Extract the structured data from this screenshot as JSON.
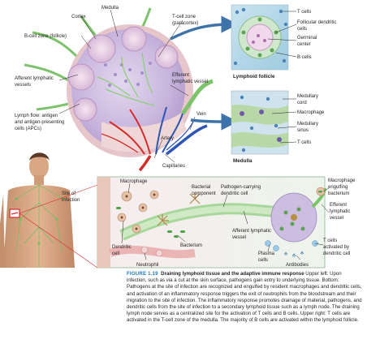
{
  "labels": {
    "medulla": "Medulla",
    "cortex": "Cortex",
    "t_cell_zone_1": "T-cell zone",
    "t_cell_zone_2": "(paracortex)",
    "b_cell_zone": "B-cell zone (follicle)",
    "afferent_lymphatic_1": "Afferent lymphatic",
    "afferent_lymphatic_2": "vessels",
    "efferent_lymphatic_1": "Efferent",
    "efferent_lymphatic_2": "lymphatic vessel",
    "lymph_flow_1": "Lymph flow: antigen",
    "lymph_flow_2": "and antigen-presenting",
    "lymph_flow_3": "cells (APCs)",
    "vein": "Vein",
    "artery": "Artery",
    "capillaries": "Capillaries",
    "lymphoid_follicle": "Lymphoid follicle",
    "medulla_inset": "Medulla",
    "t_cells_top": "T cells",
    "follicular_dendritic_1": "Follicular dendritic",
    "follicular_dendritic_2": "cells",
    "germinal_center_1": "Germinal",
    "germinal_center_2": "center",
    "b_cells": "B cells",
    "medullary_cord_1": "Medullary",
    "medullary_cord_2": "cord",
    "macrophage_right": "Macrophage",
    "medullary_sinus_1": "Medullary",
    "medullary_sinus_2": "sinus",
    "t_cells_bottom": "T cells",
    "site_of_infection_1": "Site of",
    "site_of_infection_2": "infection",
    "macrophage": "Macrophage",
    "dendritic_cell_1": "Dendritic",
    "dendritic_cell_2": "cell",
    "neutrophil": "Neutrophil",
    "bacterial_component_1": "Bacterial",
    "bacterial_component_2": "component",
    "pathogen_dc_1": "Pathogen-carrying",
    "pathogen_dc_2": "dendritic cell",
    "bacterium": "Bacterium",
    "afferent_vessel_1": "Afferent lymphatic",
    "afferent_vessel_2": "vessel",
    "plasma_cells_1": "Plasma",
    "plasma_cells_2": "cells",
    "macrophage_engulfing_1": "Macrophage",
    "macrophage_engulfing_2": "engulfing",
    "macrophage_engulfing_3": "bacterium",
    "efferent_vessel_1": "Efferent",
    "efferent_vessel_2": "lymphatic",
    "efferent_vessel_3": "vessel",
    "t_cells_activated_1": "T cells",
    "t_cells_activated_2": "activated by",
    "t_cells_activated_3": "dendritic cell",
    "antibodies": "Antibodies"
  },
  "caption": {
    "figure": "FIGURE 1.19",
    "title": "Draining lymphoid tissue and the adaptive immune response",
    "body": "Upper left: Upon infection, such as via a cut at the skin surface, pathogens gain entry to underlying tissue. Bottom: Pathogens at the site of infection are recognized and engulfed by resident macrophages and dendritic cells, and activation of an inflammatory response triggers the exit of neutrophils from the bloodstream and their migration to the site of infection. The inflammatory response promotes drainage of material, pathogens, and dendritic cells from the site of infection to a secondary lymphoid tissue such as a lymph node. The draining lymph node serves as a centralized site for the activation of T cells and B cells. Upper right: T cells are activated in the T-cell zone of the medulla. The majority of B cells are activated within the lymphoid follicle."
  },
  "colors": {
    "node_cortex": "#c9b8dc",
    "node_capsule": "#e9c9c9",
    "lymph_vessel": "#7cc36b",
    "artery": "#d62b2b",
    "vein": "#2d55b5",
    "arrow": "#3d73a8",
    "caption_accent": "#1f7ab8",
    "tissue_box": "#f4e9ec",
    "skin": "#d8a986"
  }
}
